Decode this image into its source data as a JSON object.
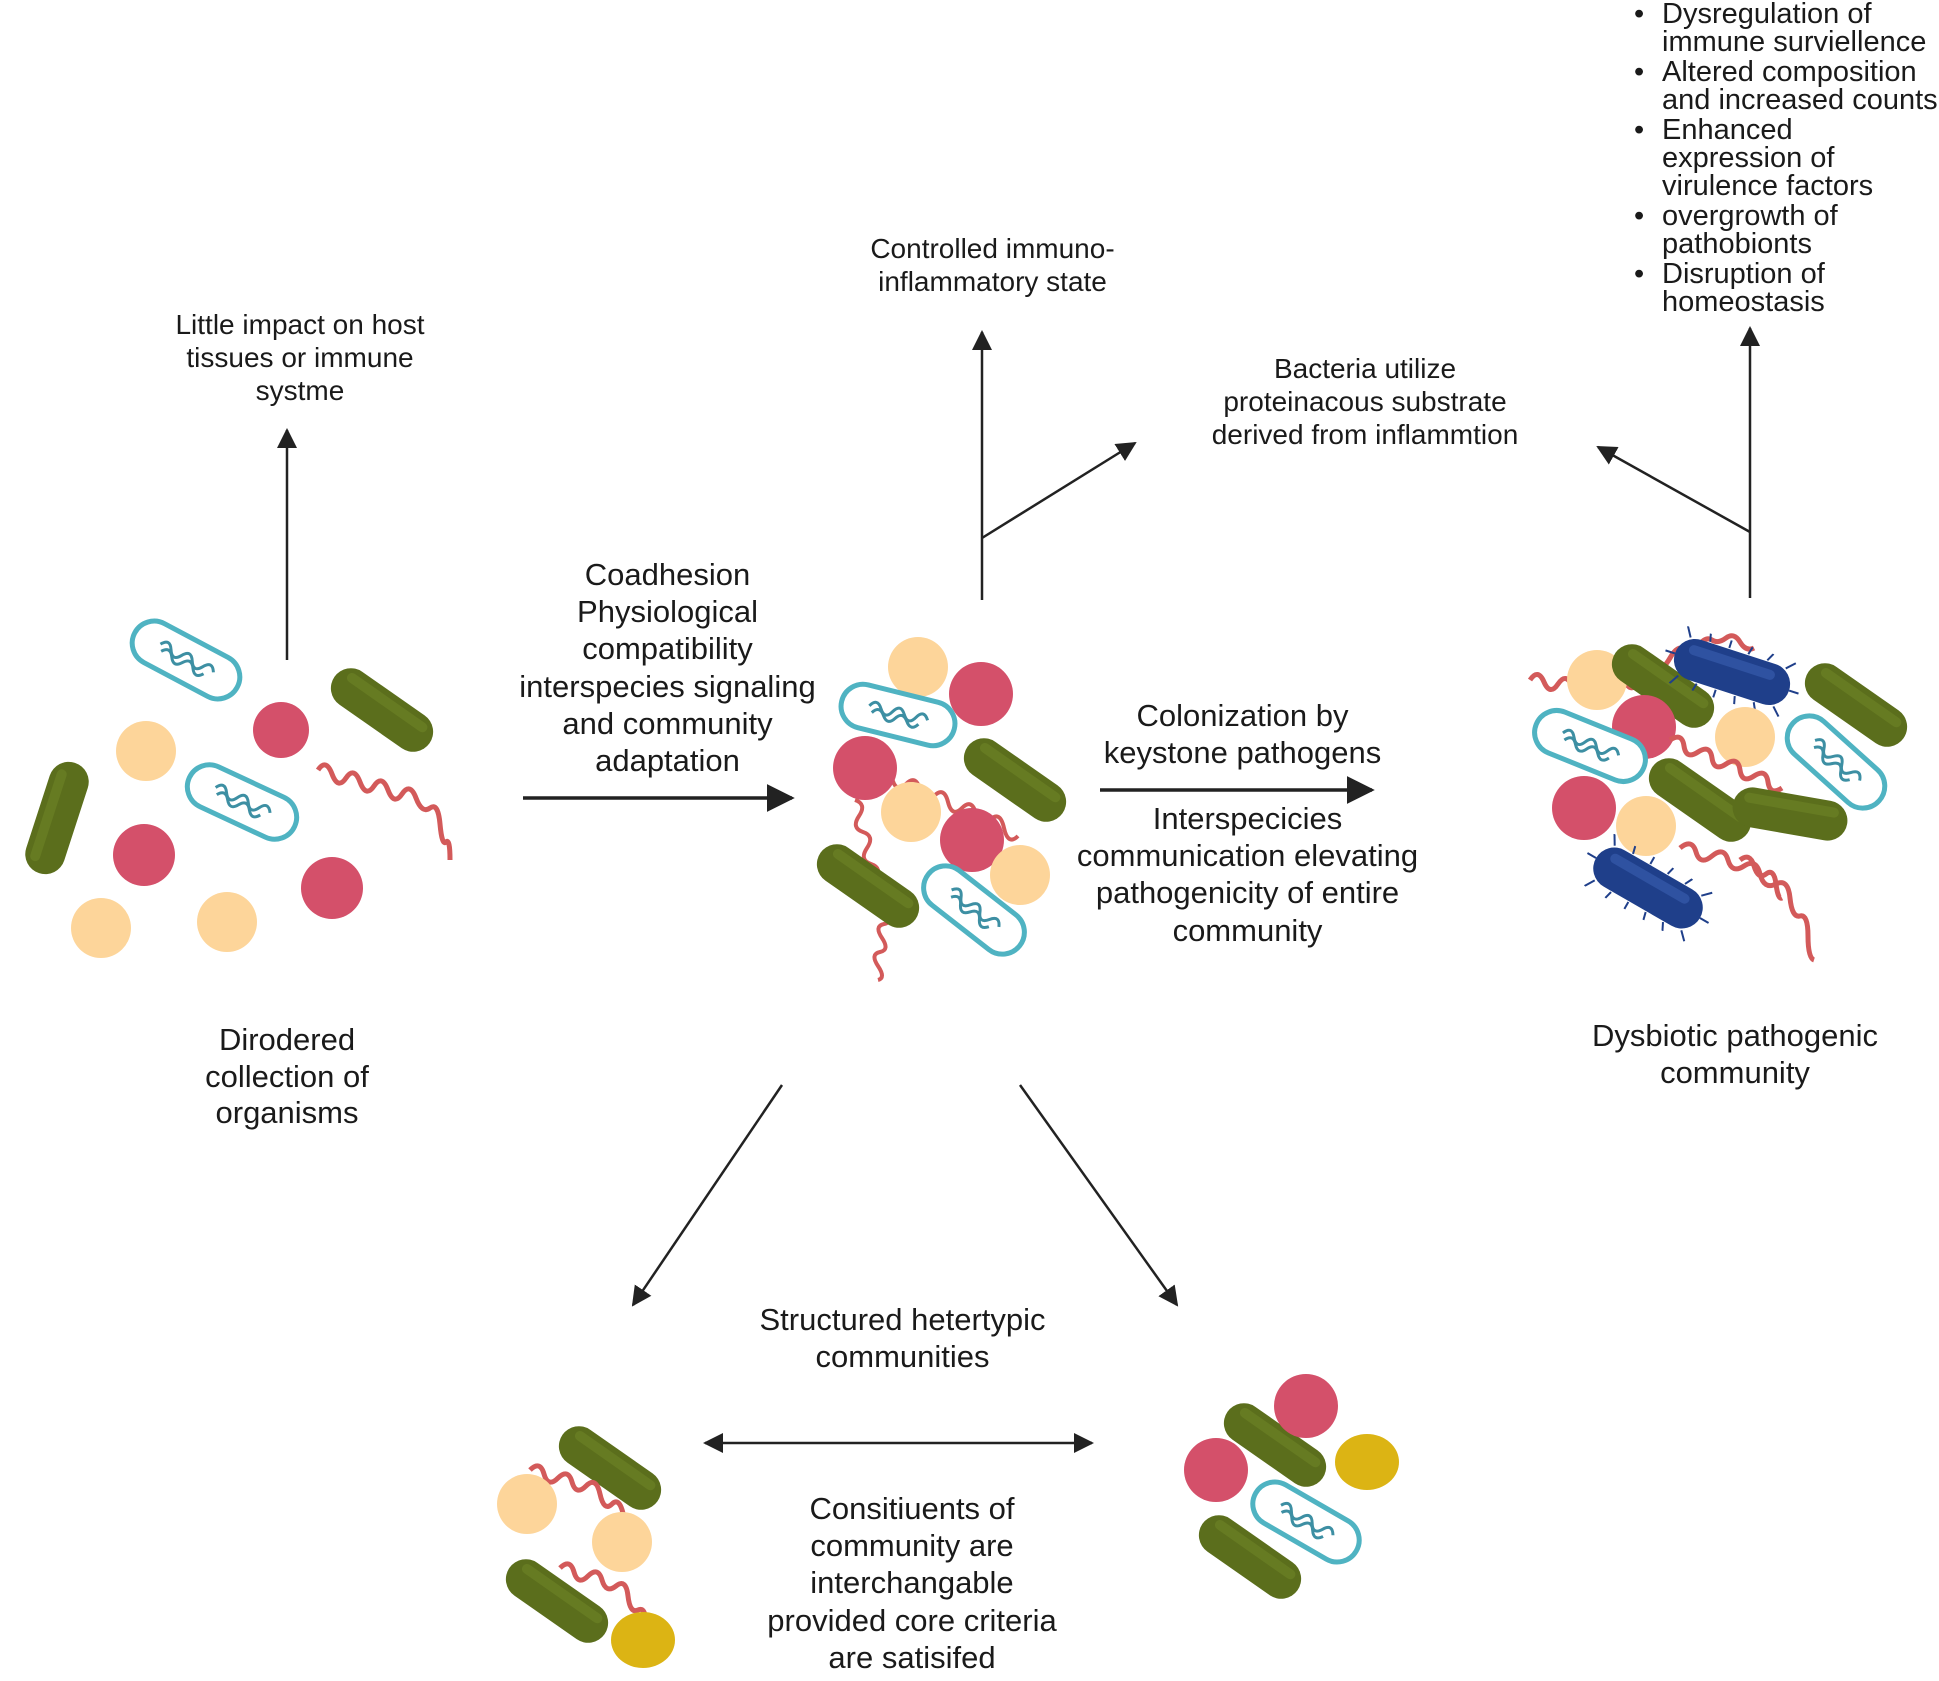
{
  "labels": {
    "host_impact": "Little impact on host tissues or immune systme",
    "disordered": "Dirodered collection of organisms",
    "mechanisms": [
      "Coadhesion",
      "Physiological compatibility",
      "interspecies signaling",
      "and community",
      "adaptation"
    ],
    "controlled": "Controlled immuno-inflammatory state",
    "bacteria_substrate": "Bacteria utilize proteinacous substrate derived from inflammtion",
    "colonization": "Colonization by keystone pathogens",
    "interspecies": "Interspecicies communication elevating pathogenicity of entire community",
    "dysbiotic": "Dysbiotic pathogenic community",
    "structured": "Structured hetertypic communities",
    "constituents": "Consitiuents of community are interchangable provided core criteria are satisifed"
  },
  "consequences": [
    "Dysregulation of immune surviellence",
    "Altered composition and increased counts",
    "Enhanced expression of virulence factors",
    "overgrowth of pathobionts",
    "Disruption of homeostasis"
  ],
  "colors": {
    "rod_green": "#5b6e1c",
    "coccus_pink": "#d4506a",
    "coccus_yellow": "#fdd59a",
    "coccus_gold": "#dcb414",
    "spirochete": "#d35a5a",
    "outlined_rod": "#4fb3c2",
    "pathogen_blue": "#1f3f8a",
    "arrow": "#222222"
  }
}
